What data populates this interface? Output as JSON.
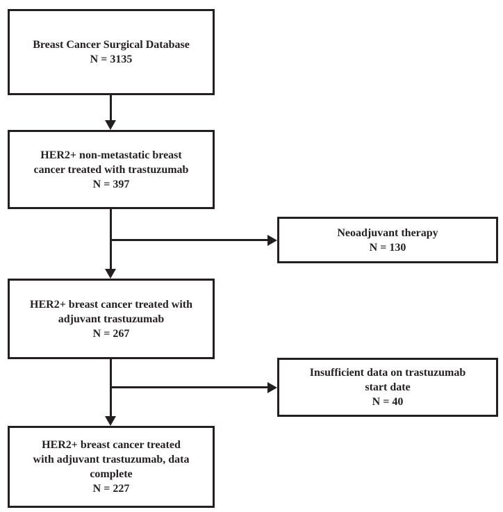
{
  "colors": {
    "line": "#231f20",
    "text": "#231f20",
    "box_background": "#ffffff"
  },
  "boxes": {
    "main": [
      {
        "label": [
          "Breast Cancer Surgical Database"
        ],
        "count": "N = 3135"
      },
      {
        "label": [
          "HER2+ non-metastatic breast",
          "cancer treated with trastuzumab"
        ],
        "count": "N = 397"
      },
      {
        "label": [
          "HER2+ breast cancer treated with",
          "adjuvant trastuzumab"
        ],
        "count": "N = 267"
      },
      {
        "label": [
          "HER2+ breast cancer treated",
          "with adjuvant trastuzumab, data",
          "complete"
        ],
        "count": "N = 227"
      }
    ],
    "side": [
      {
        "label": [
          "Neoadjuvant therapy"
        ],
        "count": "N = 130"
      },
      {
        "label": [
          "Insufficient data on trastuzumab",
          "start date"
        ],
        "count": "N = 40"
      }
    ]
  }
}
